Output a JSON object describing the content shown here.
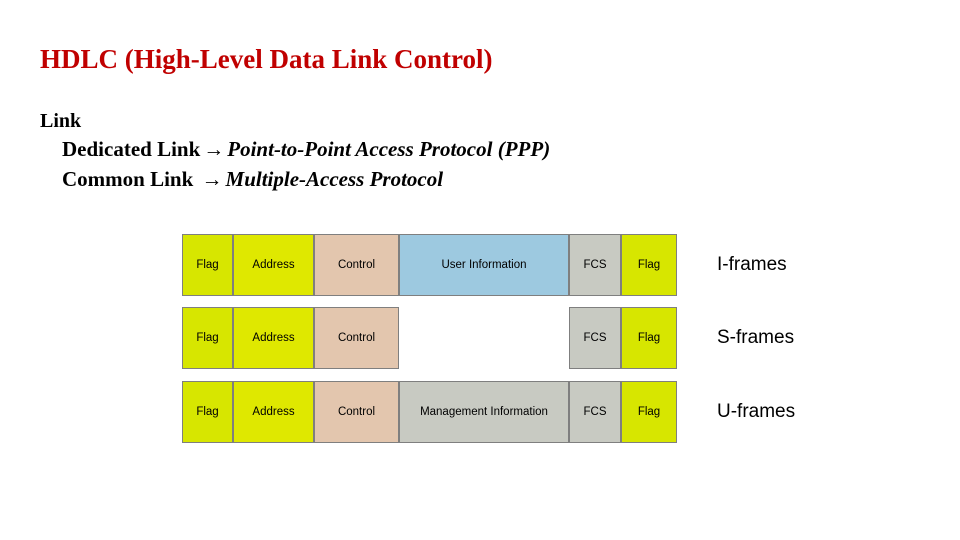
{
  "slide": {
    "title": "HDLC (High-Level Data Link Control)",
    "body": {
      "heading": "Link",
      "line2": {
        "label": "Dedicated Link",
        "arrow": "→",
        "value": "Point-to-Point Access Protocol (PPP)"
      },
      "line3": {
        "label": "Common Link ",
        "arrow": "→",
        "value": "Multiple-Access Protocol"
      }
    }
  },
  "diagram": {
    "rows": [
      {
        "label": "I-frames",
        "cells": [
          {
            "text": "Flag",
            "type": "flag"
          },
          {
            "text": "Address",
            "type": "address"
          },
          {
            "text": "Control",
            "type": "control"
          },
          {
            "text": "User Information",
            "type": "info"
          },
          {
            "text": "FCS",
            "type": "fcs"
          },
          {
            "text": "Flag",
            "type": "flag"
          }
        ]
      },
      {
        "label": "S-frames",
        "cells": [
          {
            "text": "Flag",
            "type": "flag"
          },
          {
            "text": "Address",
            "type": "address"
          },
          {
            "text": "Control",
            "type": "control"
          },
          {
            "text": "",
            "type": "blank"
          },
          {
            "text": "FCS",
            "type": "fcs"
          },
          {
            "text": "Flag",
            "type": "flag"
          }
        ]
      },
      {
        "label": "U-frames",
        "cells": [
          {
            "text": "Flag",
            "type": "flag"
          },
          {
            "text": "Address",
            "type": "address"
          },
          {
            "text": "Control",
            "type": "control"
          },
          {
            "text": "Management Information",
            "type": "mgmt"
          },
          {
            "text": "FCS",
            "type": "fcs"
          },
          {
            "text": "Flag",
            "type": "flag"
          }
        ]
      }
    ]
  },
  "colors": {
    "title": "#c00000",
    "flag": "#d7e600",
    "address": "#dfe800",
    "control": "#e3c6ae",
    "user_information": "#9dc9e0",
    "management_information": "#c8cac2",
    "fcs": "#c8cac2",
    "border": "#7f7f7f"
  }
}
